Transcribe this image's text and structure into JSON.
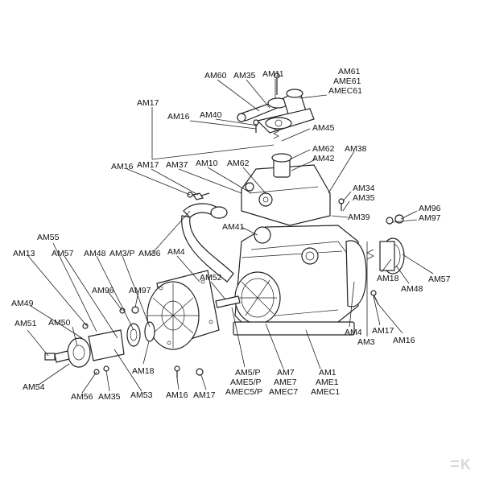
{
  "diagram": {
    "labels": {
      "am60": "AM60",
      "am35_top": "AM35",
      "am11": "AM11",
      "am61": "AM61",
      "ame61": "AME61",
      "amec61": "AMEC61",
      "am17_top": "AM17",
      "am16_top": "AM16",
      "am40": "AM40",
      "am45": "AM45",
      "am62_r": "AM62",
      "am38": "AM38",
      "am42": "AM42",
      "am16_mid": "AM16",
      "am17_mid": "AM17",
      "am37": "AM37",
      "am10": "AM10",
      "am62_l": "AM62",
      "am34": "AM34",
      "am35_mid": "AM35",
      "am96_r": "AM96",
      "am97_r": "AM97",
      "am39": "AM39",
      "am41": "AM41",
      "am55": "AM55",
      "am13": "AM13",
      "am57_l": "AM57",
      "am48_l": "AM48",
      "am3p": "AM3/P",
      "am36": "AM36",
      "am4_top": "AM4",
      "am52": "AM52",
      "am96_l": "AM96",
      "am97_l": "AM97",
      "am49": "AM49",
      "am50": "AM50",
      "am51": "AM51",
      "am54": "AM54",
      "am56": "AM56",
      "am35_bot": "AM35",
      "am53": "AM53",
      "am18_l": "AM18",
      "am16_bot": "AM16",
      "am17_bot": "AM17",
      "am5p": "AM5/P",
      "ame5p": "AME5/P",
      "amec5p": "AMEC5/P",
      "am7": "AM7",
      "ame7": "AME7",
      "amec7": "AMEC7",
      "am1": "AM1",
      "ame1": "AME1",
      "amec1": "AMEC1",
      "am18_r": "AM18",
      "am48_r": "AM48",
      "am57_r": "AM57",
      "am4_bot": "AM4",
      "am3": "AM3",
      "am17_r": "AM17",
      "am16_r": "AM16"
    },
    "logo_letter": "K"
  }
}
